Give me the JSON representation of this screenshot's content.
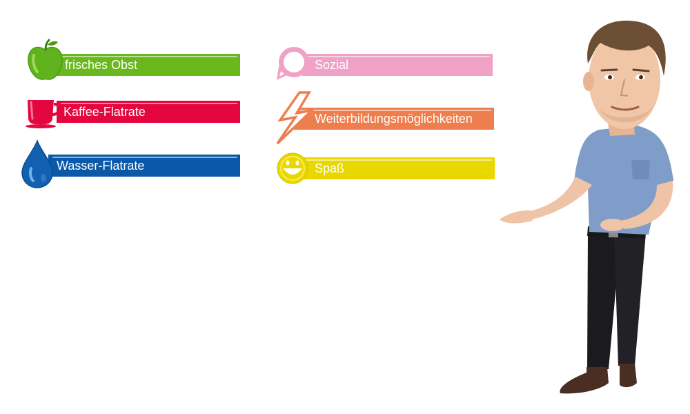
{
  "benefits": {
    "obst": {
      "label": "frisches Obst",
      "color": "#69b81e",
      "icon": "apple-icon"
    },
    "kaffee": {
      "label": "Kaffee-Flatrate",
      "color": "#e4063f",
      "icon": "coffee-cup-icon"
    },
    "wasser": {
      "label": "Wasser-Flatrate",
      "color": "#0a58a8",
      "icon": "water-drop-icon"
    },
    "sozial": {
      "label": "Sozial",
      "color": "#f0a1c6",
      "icon": "speech-bubble-icon"
    },
    "weiterbildung": {
      "label": "Weiterbildungsmöglichkeiten",
      "color": "#ee7e4d",
      "icon": "lightning-icon"
    },
    "spass": {
      "label": "Spaß",
      "color": "#e9d800",
      "icon": "smiley-icon"
    }
  },
  "illustration": {
    "icon": "presenting-man-illustration"
  }
}
